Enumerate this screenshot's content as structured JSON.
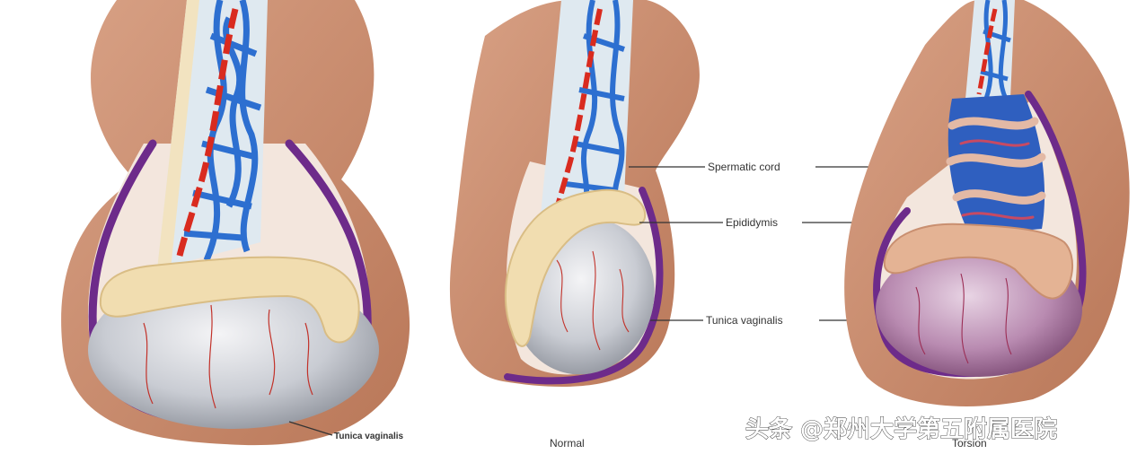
{
  "labels": {
    "tunica_left": "Tunica vaginalis",
    "spermatic_cord": "Spermatic cord",
    "epididymis": "Epididymis",
    "tunica_center": "Tunica vaginalis",
    "normal": "Normal",
    "torsion": "Torsion"
  },
  "watermark": "头条 @郑州大学第五附属医院",
  "colors": {
    "skin": "#c8896a",
    "skin_light": "#e2b59c",
    "tunica": "#6d2b8a",
    "vein": "#2d6fd0",
    "artery": "#d92b1f",
    "epididymis": "#f1ddb0",
    "testis": "#cfd2d8",
    "testis_torsion": "#a9749f"
  }
}
